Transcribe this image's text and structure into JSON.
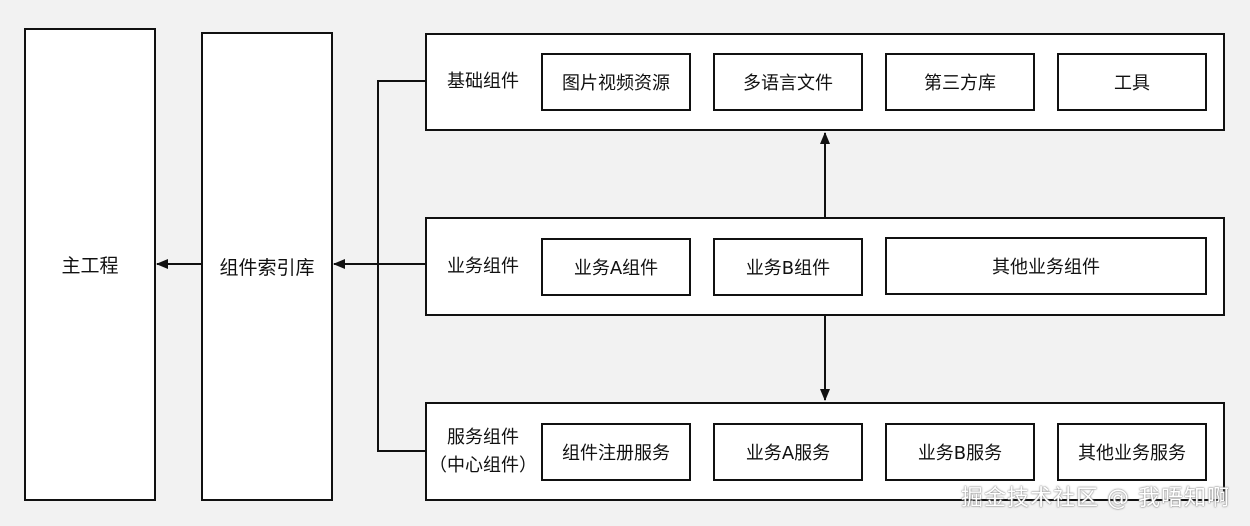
{
  "main_project": "主工程",
  "index_library": "组件索引库",
  "groups": {
    "basic": {
      "label": "基础组件",
      "items": [
        "图片视频资源",
        "多语言文件",
        "第三方库",
        "工具"
      ]
    },
    "business": {
      "label": "业务组件",
      "items": [
        "业务A组件",
        "业务B组件",
        "其他业务组件"
      ]
    },
    "service": {
      "label_line1": "服务组件",
      "label_line2": "（中心组件）",
      "items": [
        "组件注册服务",
        "业务A服务",
        "业务B服务",
        "其他业务服务"
      ]
    }
  },
  "watermark": "掘金技术社区 @ 我唔知啊",
  "colors": {
    "background": "#f2f2f2",
    "stroke": "#111111",
    "box_fill": "#ffffff"
  }
}
